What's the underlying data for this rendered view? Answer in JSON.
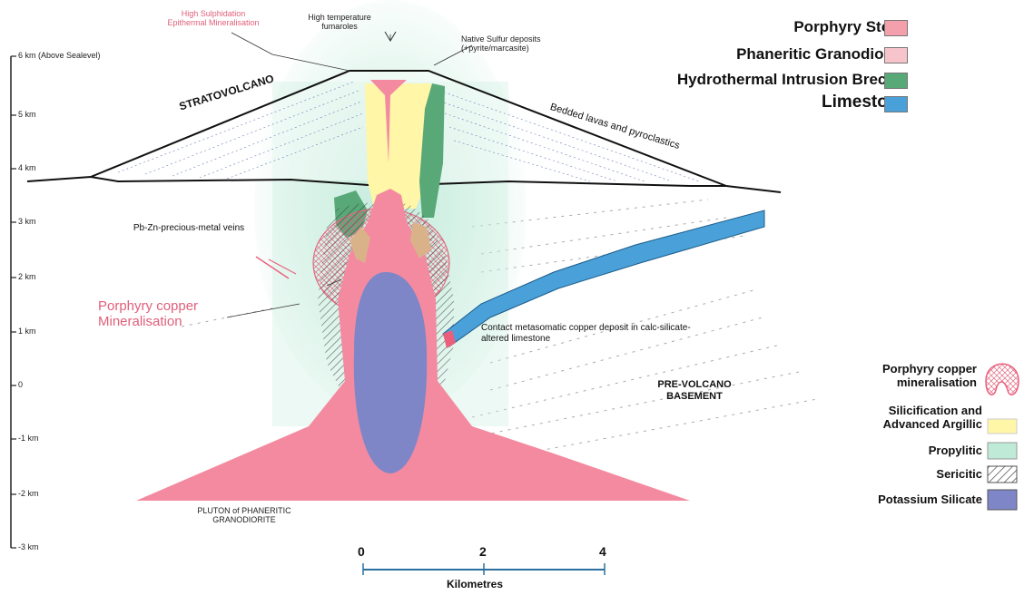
{
  "legend_top": {
    "items": [
      {
        "label": "Porphyry Stock",
        "color": "#f4a0ac"
      },
      {
        "label": "Phaneritic Granodiorite",
        "color": "#f8c4cc"
      },
      {
        "label": "Hydrothermal Intrusion Breccia",
        "color": "#58a878"
      },
      {
        "label": "Limestone",
        "color": "#4aa0d8"
      }
    ]
  },
  "legend_bottom": {
    "porphyry_copper": "Porphyry copper mineralisation",
    "silicification": "Silicification and Advanced Argillic",
    "propylitic": "Propylitic",
    "sericitic": "Sericitic",
    "potassium_silicate": "Potassium Silicate",
    "colors": {
      "silicification": "#fff6a8",
      "propylitic": "#bfead8",
      "potassium": "#7e86c8",
      "pink": "#ea5f7c"
    }
  },
  "vertical_axis": {
    "labels": [
      "6 km (Above Sealevel)",
      "5 km",
      "4 km",
      "3 km",
      "2 km",
      "1 km",
      "0",
      "-1 km",
      "-2 km",
      "-3 km"
    ]
  },
  "labels": {
    "top_pink": "High Sulphidation Epithermal Mineralisation",
    "fumaroles": "High temperature fumaroles",
    "native_sulfur": "Native Sulfur deposits (+pyrite/marcasite)",
    "stratovolcano": "STRATOVOLCANO",
    "bedded_lavas": "Bedded lavas and pyroclastics",
    "pb_zn": "Pb-Zn-precious-metal veins",
    "porphyry_copper_mineralisation": "Porphyry copper Mineralisation",
    "contact": "Contact metasomatic copper deposit in calc-silicate-altered limestone",
    "pre_volcano": "PRE-VOLCANO BASEMENT",
    "pluton": "PLUTON of PHANERITIC GRANODIORITE"
  },
  "scale_bar": {
    "ticks": [
      "0",
      "2",
      "4"
    ],
    "unit": "Kilometres"
  }
}
